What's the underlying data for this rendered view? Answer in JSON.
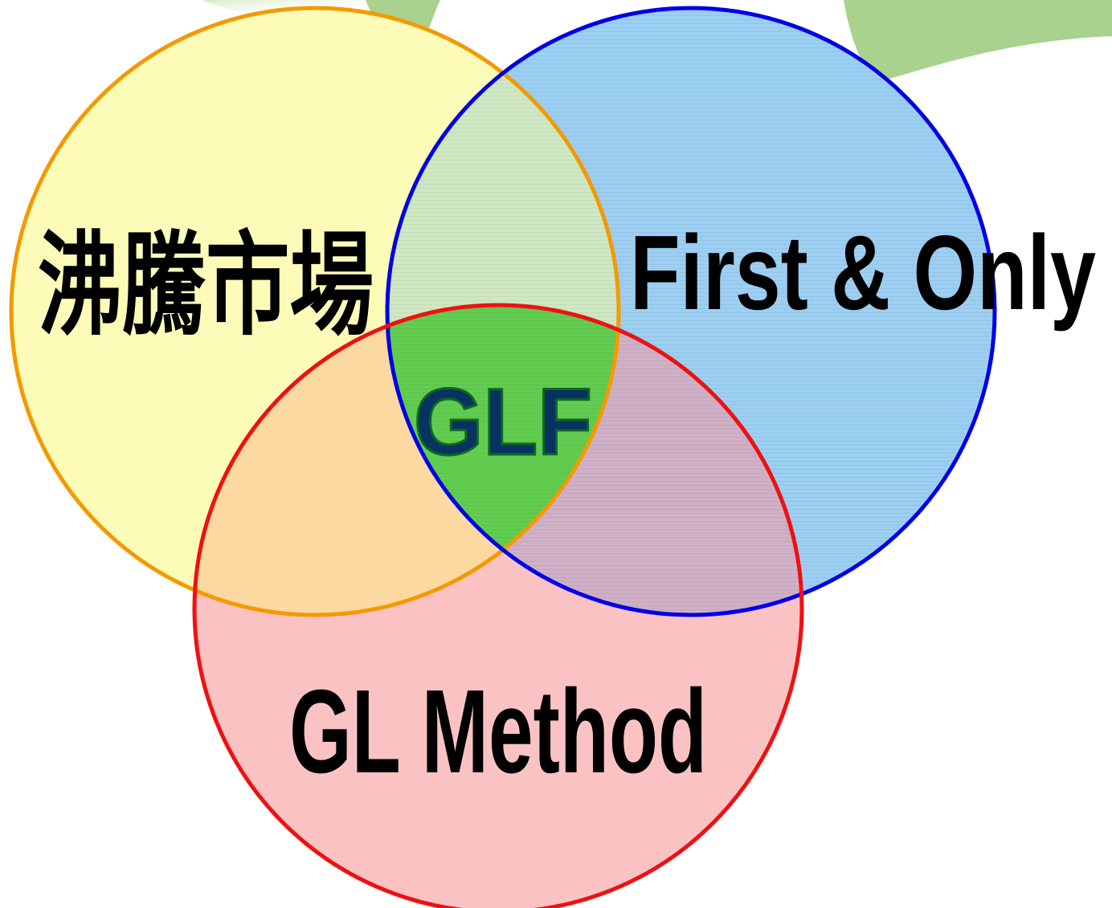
{
  "diagram": {
    "type": "venn",
    "sets": [
      {
        "id": "boiling-market",
        "label": "沸騰市場",
        "fill": "#fdfbb8",
        "stroke": "#f39a00"
      },
      {
        "id": "first-and-only",
        "label": "First & Only",
        "fill": "#9ccff2",
        "stroke": "#0000e6"
      },
      {
        "id": "gl-method",
        "label": "GL Method",
        "fill": "#fbc2c4",
        "stroke": "#ee1111"
      }
    ],
    "intersections": {
      "yellow_blue": "#cfe8c3",
      "yellow_red": "#fcd9a0",
      "blue_red": "#cfb0c6",
      "all": {
        "label": "GLF",
        "fill": "#62cc50",
        "text_color": "#083262",
        "outline_color": "#0b6b20"
      }
    },
    "background_leaf_color": "#8cc36a"
  }
}
